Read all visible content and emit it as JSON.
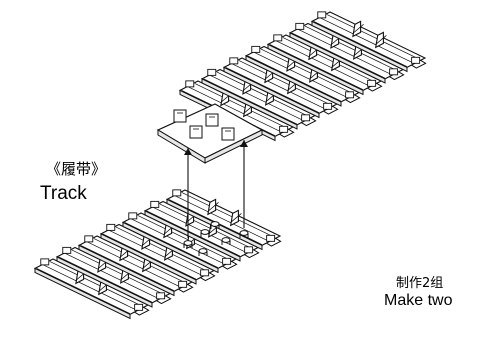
{
  "labels": {
    "part_name_cn": "《履带》",
    "part_name_en": "Track",
    "quantity_cn": "制作2组",
    "quantity_en": "Make two"
  },
  "diagram": {
    "subject": "tank track assembly",
    "line_color": "#111111",
    "fill_color": "#ffffff",
    "shade_color": "#e6e6e6",
    "assembly_sections": [
      {
        "id": "upper-track-section",
        "links": 7
      },
      {
        "id": "lower-track-section",
        "links": 7
      }
    ],
    "parts": [
      "connector-plate",
      "connector-pins",
      "guide-teeth",
      "assembly-arrows"
    ]
  }
}
